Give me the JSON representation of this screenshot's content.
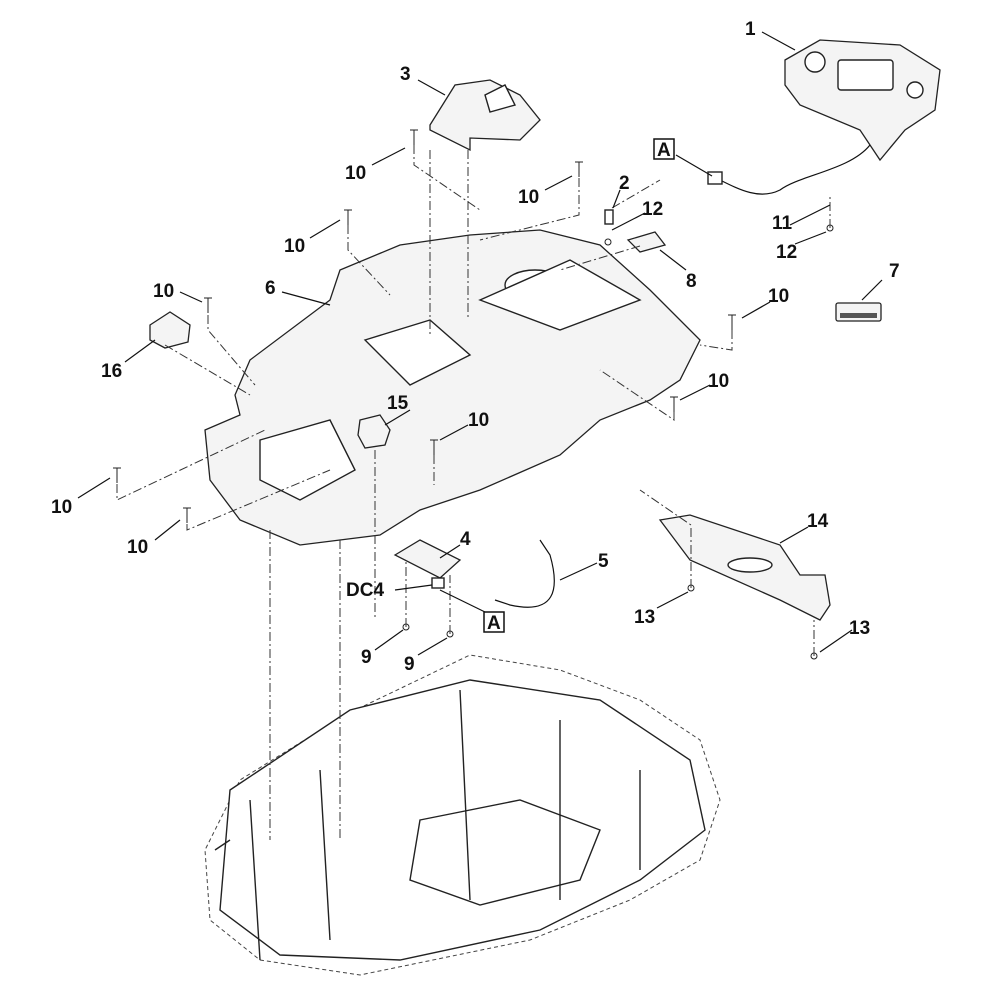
{
  "diagram": {
    "callouts": {
      "c1": "1",
      "c2": "2",
      "c3": "3",
      "c4": "4",
      "c5": "5",
      "c6": "6",
      "c7": "7",
      "c8": "8",
      "c9a": "9",
      "c9b": "9",
      "c10a": "10",
      "c10b": "10",
      "c10c": "10",
      "c10d": "10",
      "c10e": "10",
      "c10f": "10",
      "c10g": "10",
      "c10h": "10",
      "c10i": "10",
      "c11": "11",
      "c12a": "12",
      "c12b": "12",
      "c13a": "13",
      "c13b": "13",
      "c14": "14",
      "c15": "15",
      "c16": "16",
      "dc4": "DC4",
      "refA1": "A",
      "refA2": "A"
    }
  }
}
